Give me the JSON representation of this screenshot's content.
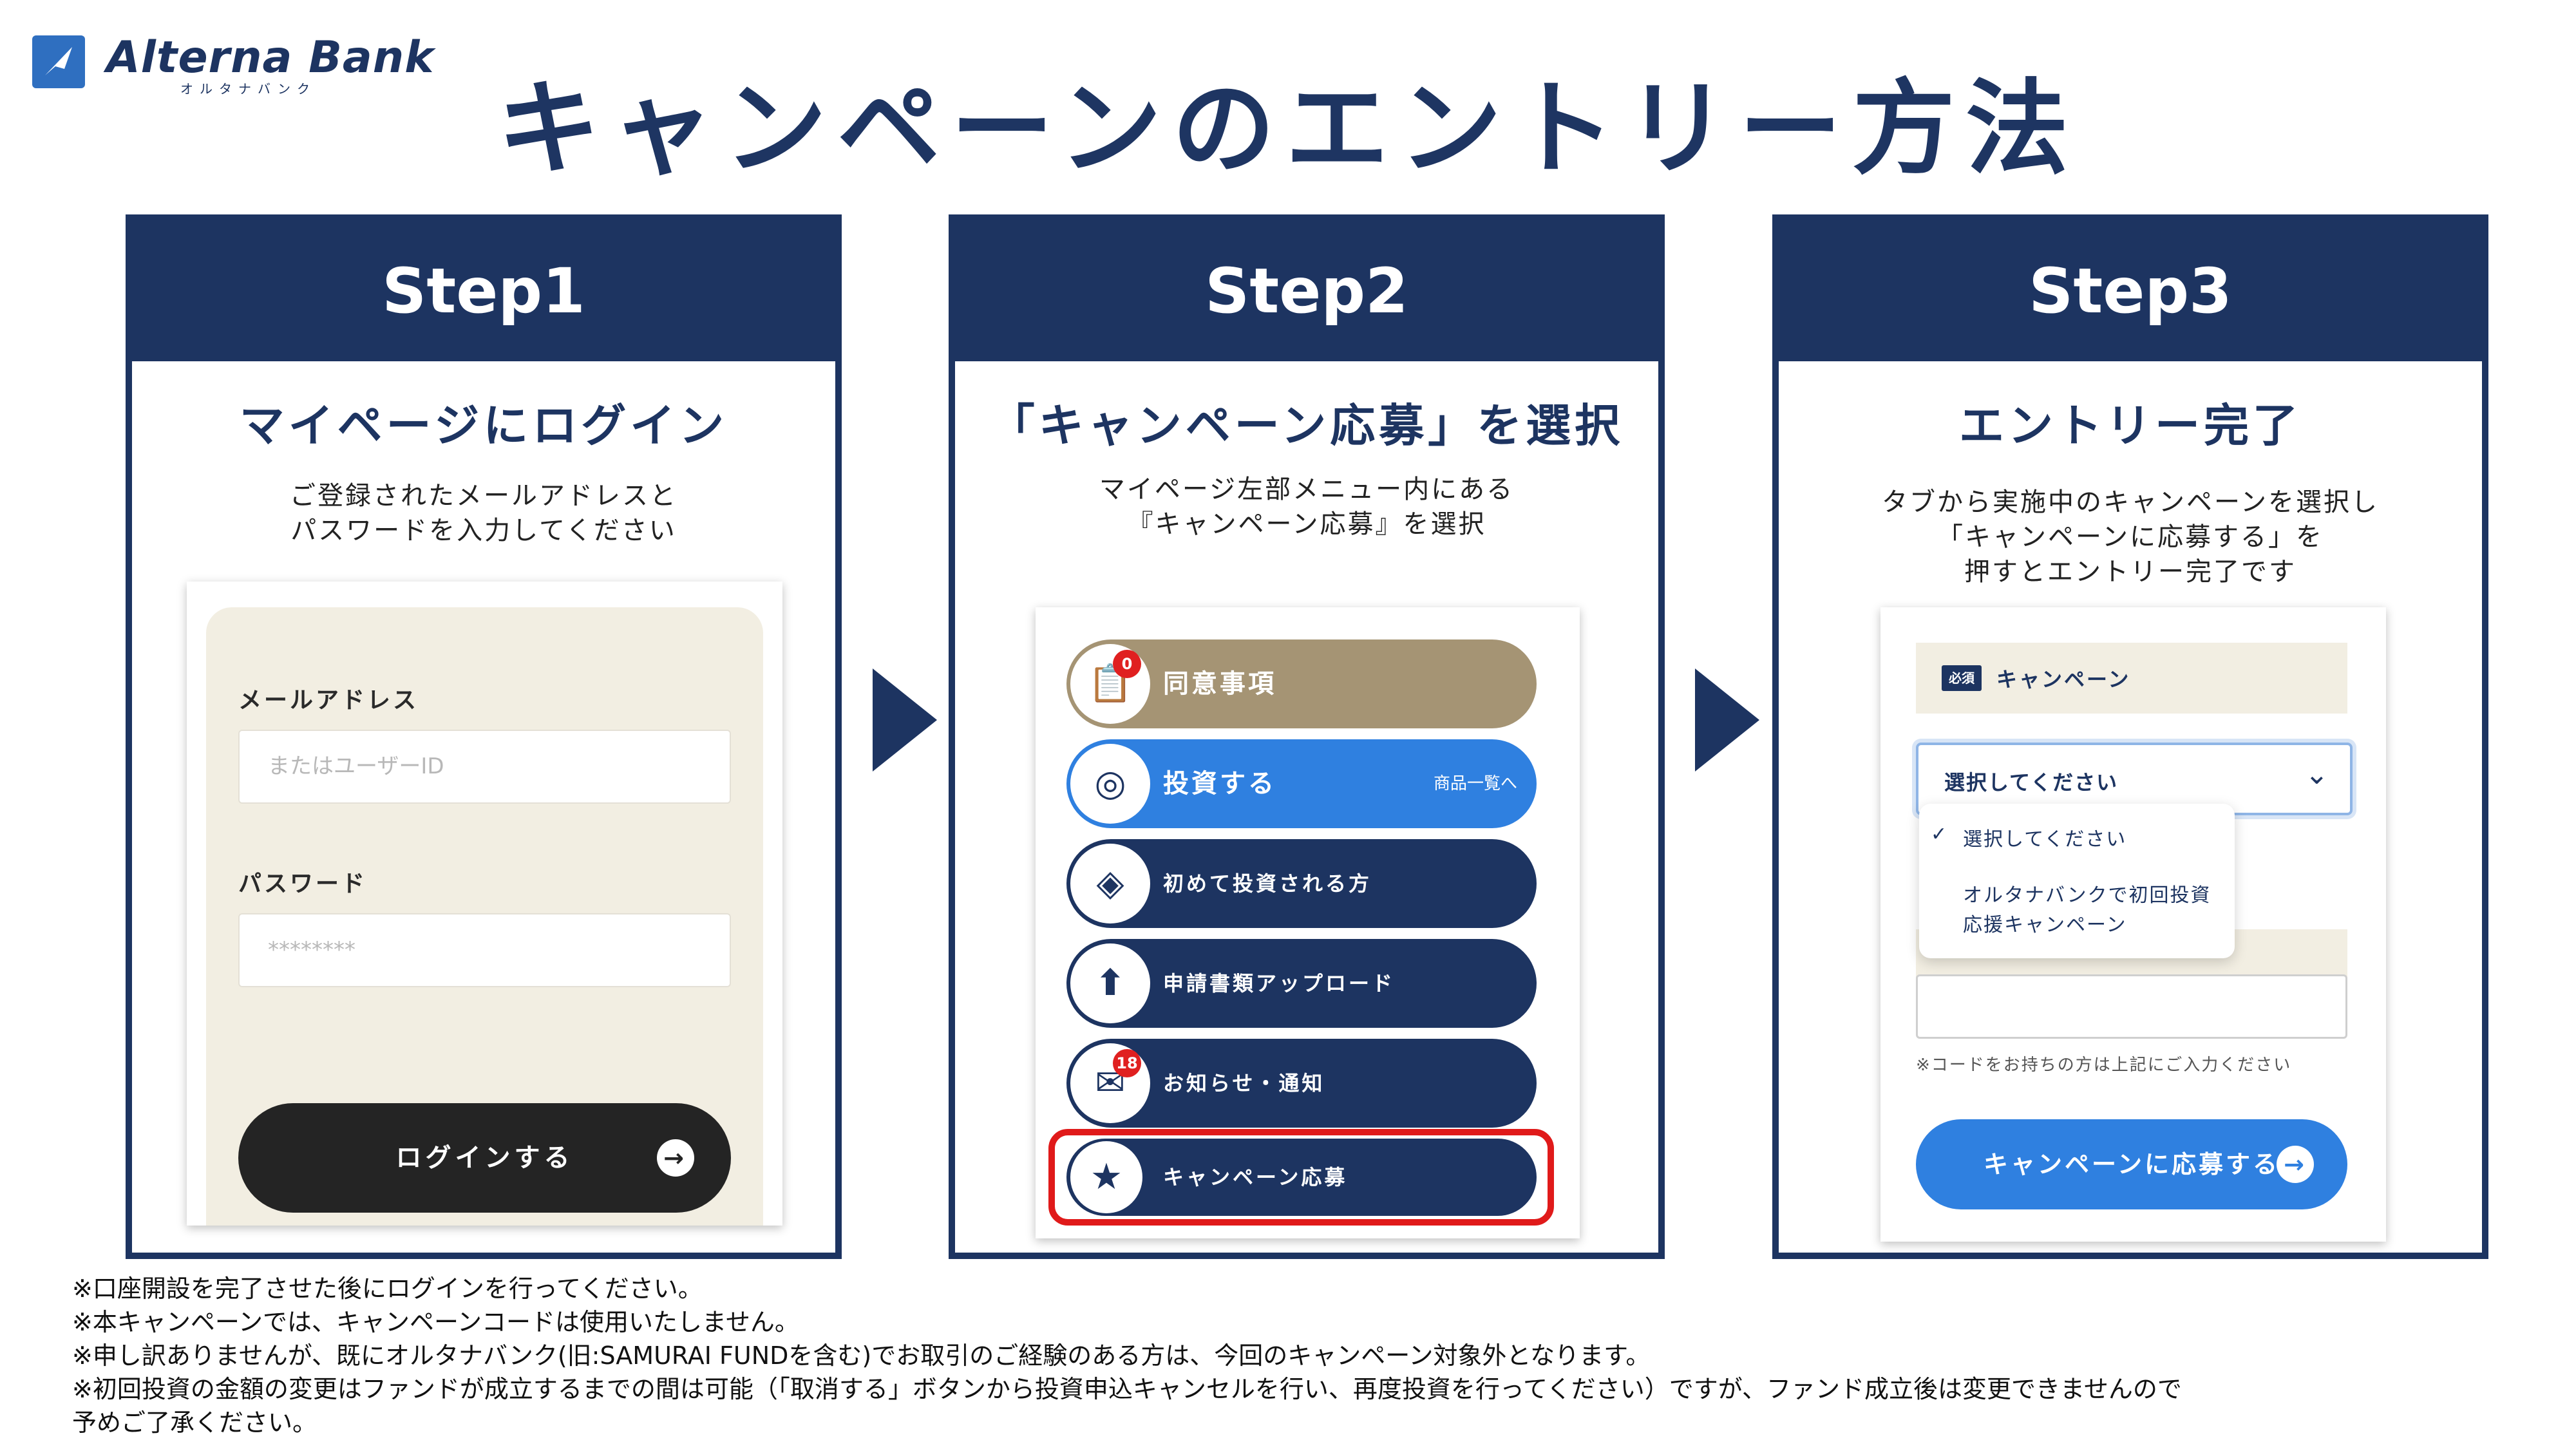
{
  "header": {
    "logo_text": "Alterna Bank",
    "logo_sub": "オルタナバンク",
    "title": "キャンペーンのエントリー方法"
  },
  "colors": {
    "navy": "#1d3461",
    "blue": "#2f80e0",
    "tan": "#a59474",
    "red": "#e02020",
    "beige": "#f2eee2"
  },
  "steps": [
    {
      "head": "Step1",
      "title": "マイページにログイン",
      "desc": "ご登録されたメールアドレスと\nパスワードを入力してください",
      "mock": {
        "email_label": "メールアドレス",
        "email_placeholder": "またはユーザーID",
        "password_label": "パスワード",
        "password_placeholder": "********",
        "login_button": "ログインする",
        "button_icon": "arrow-right-circle-icon"
      }
    },
    {
      "head": "Step2",
      "title": "「キャンペーン応募」を選択",
      "desc": "マイページ左部メニュー内にある\n『キャンペーン応募』を選択",
      "menu": [
        {
          "label": "同意事項",
          "icon": "clipboard-check-icon",
          "badge": "0",
          "color": "#a59474"
        },
        {
          "label": "投資する",
          "icon": "coins-icon",
          "sub": "商品一覧へ",
          "color": "#2f80e0"
        },
        {
          "label": "初めて投資される方",
          "icon": "beginner-mark-icon",
          "color": "#1d3461"
        },
        {
          "label": "申請書類アップロード",
          "icon": "upload-icon",
          "color": "#1d3461"
        },
        {
          "label": "お知らせ・通知",
          "icon": "mail-icon",
          "badge": "18",
          "color": "#1d3461"
        },
        {
          "label": "キャンペーン応募",
          "icon": "star-icon",
          "color": "#1d3461",
          "highlighted": true
        }
      ]
    },
    {
      "head": "Step3",
      "title": "エントリー完了",
      "desc": "タブから実施中のキャンペーンを選択し\n「キャンペーンに応募する」を\n押すとエントリー完了です",
      "mock": {
        "required_tag": "必須",
        "section_label": "キャンペーン",
        "select_value": "選択してください",
        "options": [
          "選択してください",
          "オルタナバンクで初回投資\n応援キャンペーン"
        ],
        "code_note": "※コードをお持ちの方は上記にご入力ください",
        "apply_button": "キャンペーンに応募する"
      }
    }
  ],
  "notes": "※口座開設を完了させた後にログインを行ってください。\n※本キャンペーンでは、キャンペーンコードは使用いたしません。\n※申し訳ありませんが、既にオルタナバンク(旧:SAMURAI FUNDを含む)でお取引のご経験のある方は、今回のキャンペーン対象外となります。\n※初回投資の金額の変更はファンドが成立するまでの間は可能（「取消する」ボタンから投資申込キャンセルを行い、再度投資を行ってください）ですが、ファンド成立後は変更できませんので\n予めご了承ください。"
}
